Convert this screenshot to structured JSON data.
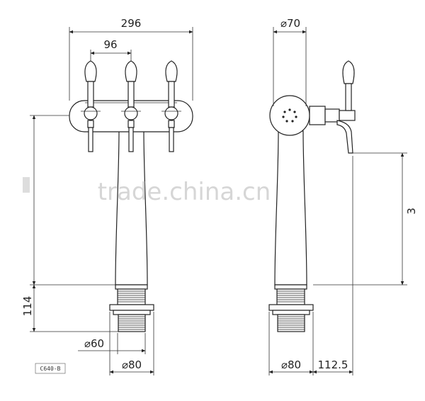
{
  "dimensions": {
    "width_total": "296",
    "spacing": "96",
    "diameter_top": "⌀70",
    "height_base": "114",
    "height_side": "3",
    "diameter_thread": "⌀60",
    "diameter_base_front": "⌀80",
    "diameter_base_side": "⌀80",
    "offset_spout": "112.5"
  },
  "part_code": "C640-B",
  "watermark": "trade.china.cn"
}
